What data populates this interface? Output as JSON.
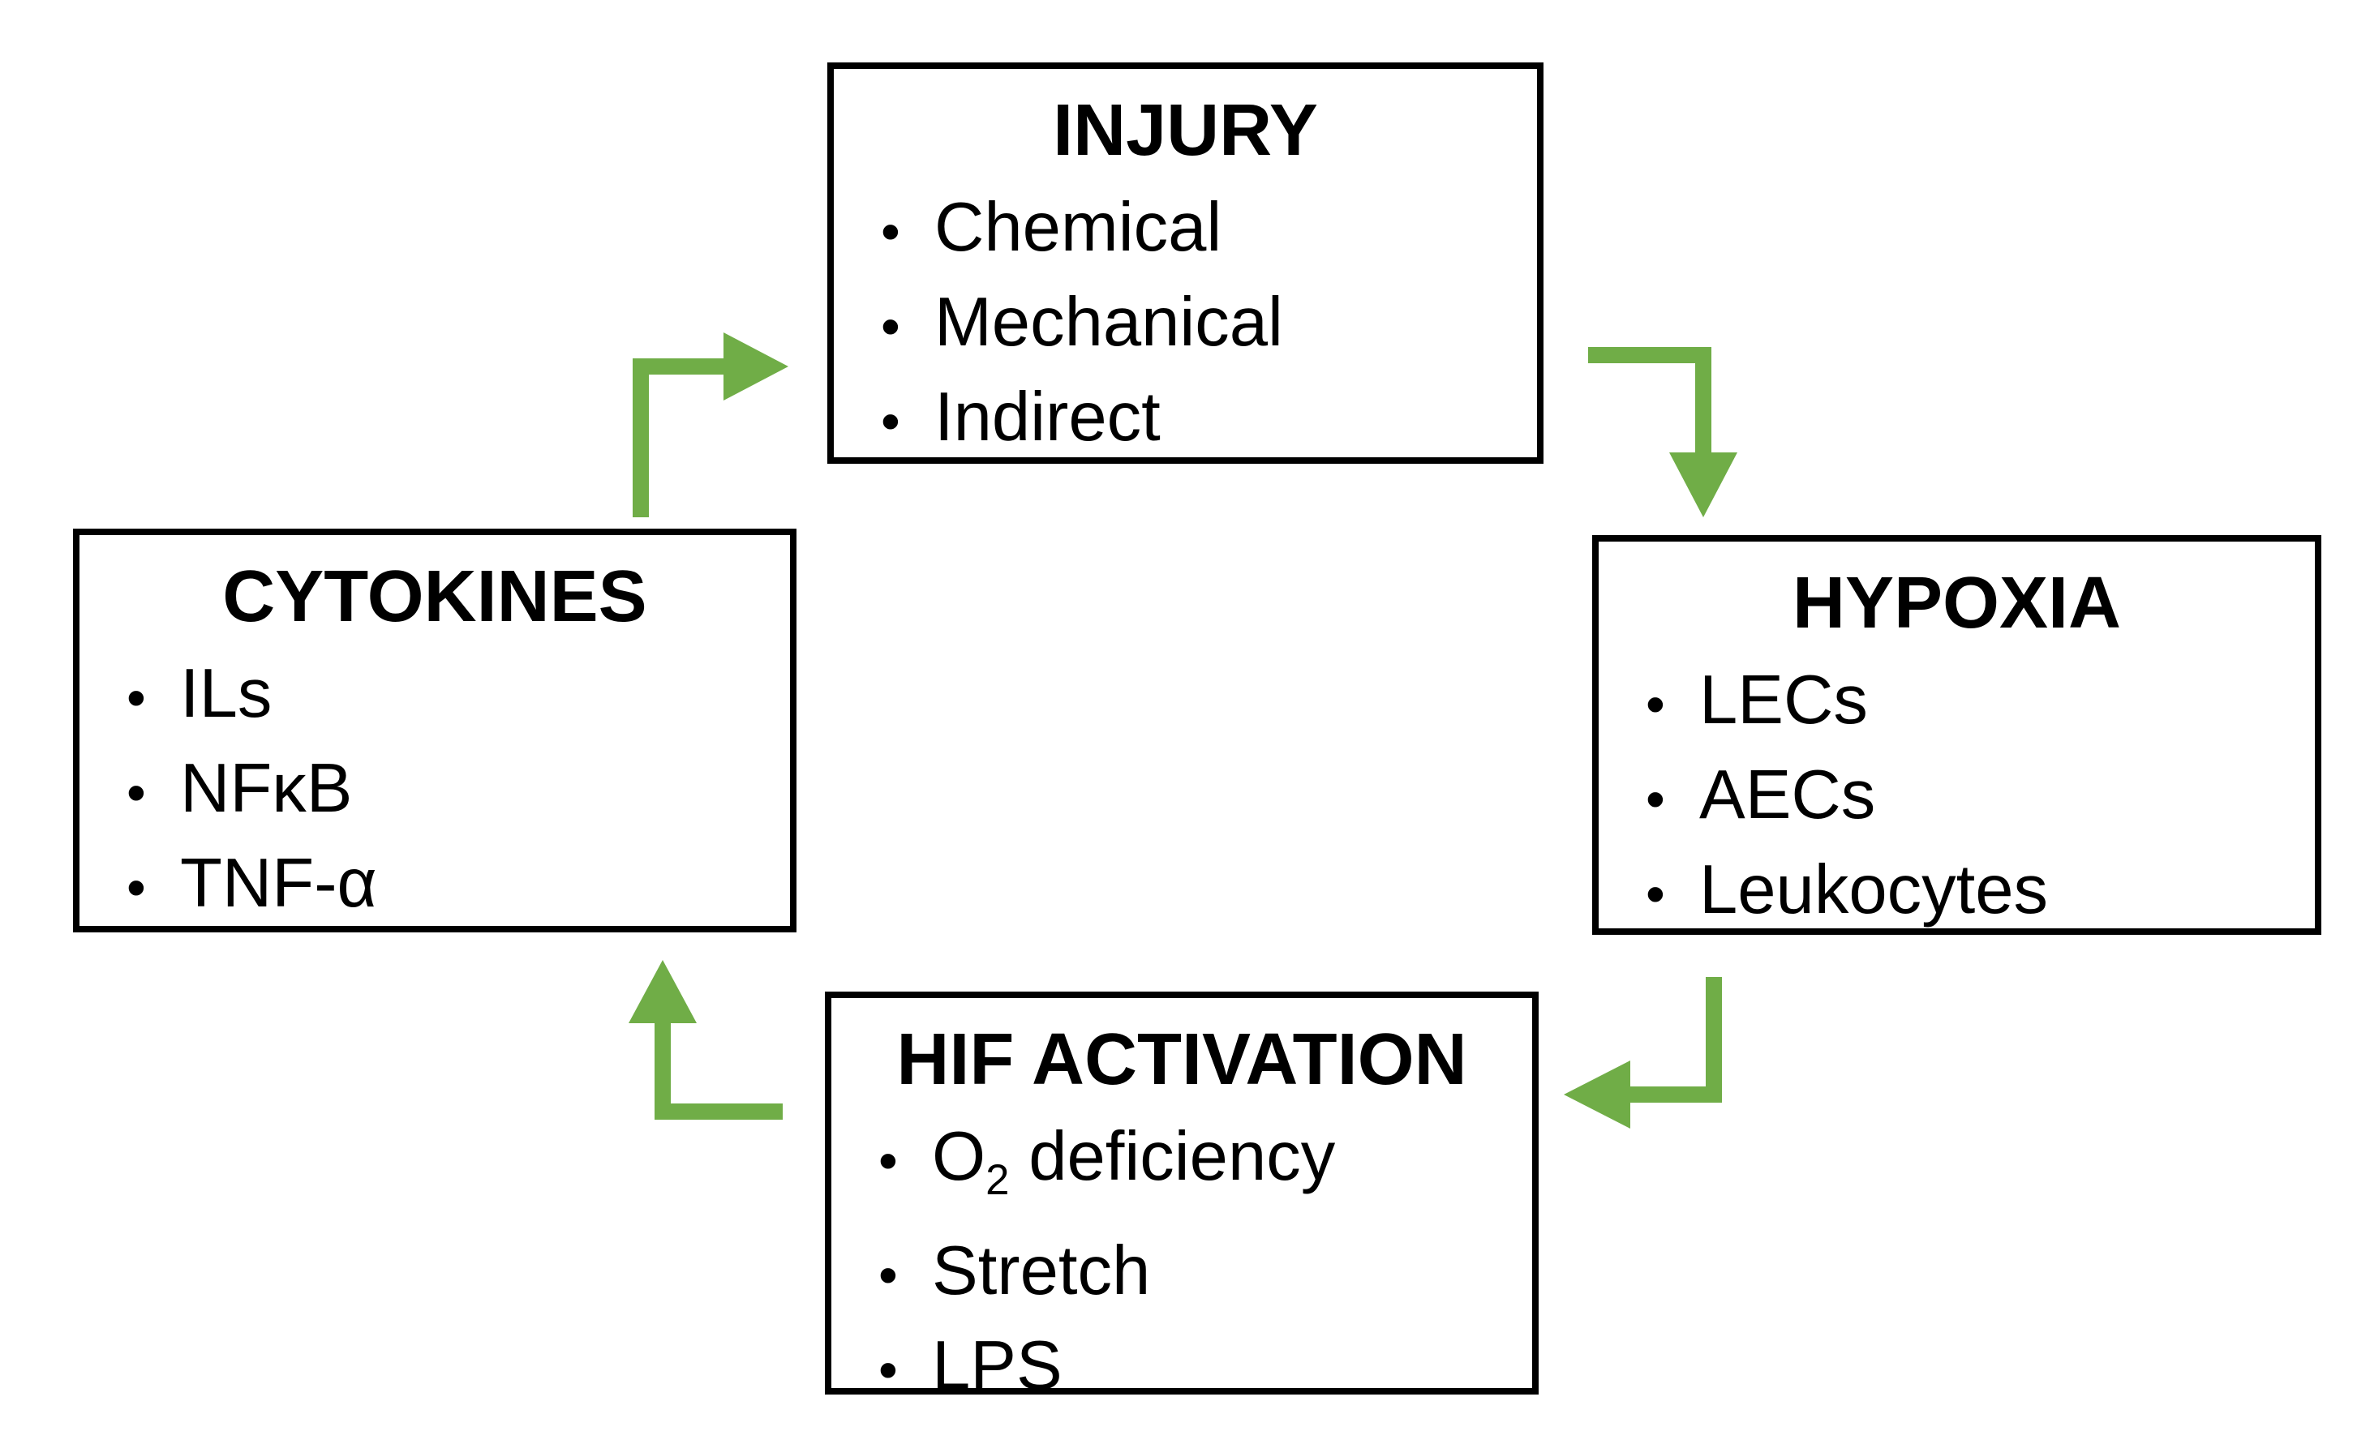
{
  "bullet_char": "•",
  "colors": {
    "arrow_green": "#70ad47",
    "box_border": "#000000",
    "background": "#ffffff",
    "text": "#000000"
  },
  "boxes": {
    "injury": {
      "title": "INJURY",
      "bullets": [
        "Chemical",
        "Mechanical",
        "Indirect"
      ]
    },
    "hypoxia": {
      "title": "HYPOXIA",
      "bullets": [
        "LECs",
        "AECs",
        "Leukocytes"
      ]
    },
    "cytokines": {
      "title": "CYTOKINES",
      "bullets": [
        "ILs",
        "NFκB",
        "TNF-α"
      ]
    },
    "hif": {
      "title": "HIF ACTIVATION",
      "bullet1": {
        "main": "O",
        "sub": "2",
        "rest": "deficiency"
      },
      "bullets": [
        "Stretch",
        "LPS"
      ]
    }
  },
  "arrows": [
    {
      "from": "CYTOKINES",
      "to": "INJURY",
      "direction": "right"
    },
    {
      "from": "INJURY",
      "to": "HYPOXIA",
      "direction": "down"
    },
    {
      "from": "HYPOXIA",
      "to": "HIF ACTIVATION",
      "direction": "left"
    },
    {
      "from": "HIF ACTIVATION",
      "to": "CYTOKINES",
      "direction": "up"
    }
  ]
}
